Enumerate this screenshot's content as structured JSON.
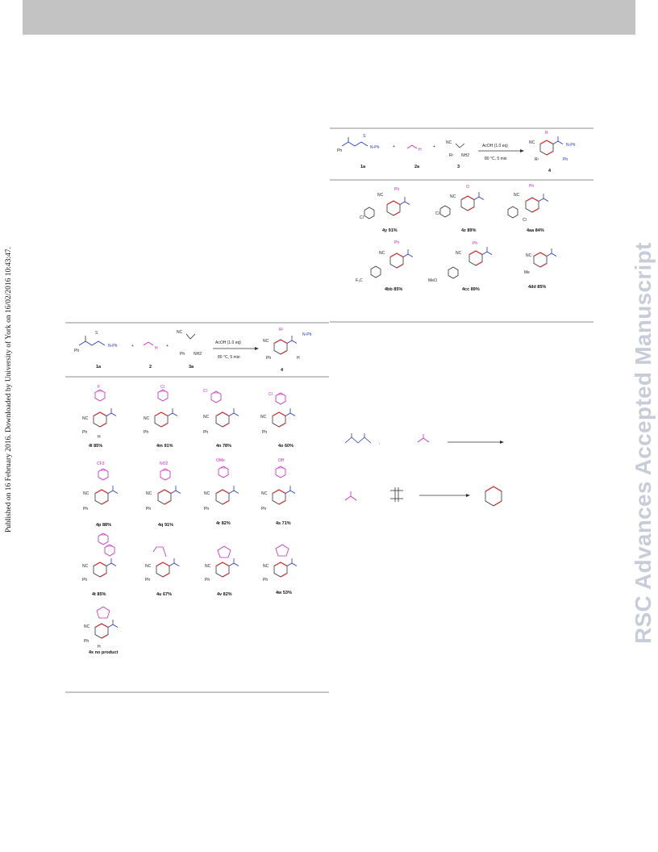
{
  "side_note": "Published on 16 February 2016. Downloaded by University of York on 16/02/2016 10:43:47.",
  "watermark": "RSC Advances Accepted Manuscript",
  "colors": {
    "header": "#c3c3c3",
    "red": "#e02020",
    "blue": "#2233cc",
    "magenta": "#cc22cc",
    "watermark": "#c7ccd9"
  },
  "scheme_top": {
    "condition_1": "AcOH (1.0 eq)",
    "condition_2": "80 °C, 5 min",
    "labels": [
      "1a",
      "2a",
      "3",
      "4"
    ],
    "products": [
      {
        "id": "4y",
        "label": "4y 91%"
      },
      {
        "id": "4z",
        "label": "4z 89%"
      },
      {
        "id": "4aa",
        "label": "4aa 84%"
      },
      {
        "id": "4bb",
        "label": "4bb 85%"
      },
      {
        "id": "4cc",
        "label": "4cc 89%"
      },
      {
        "id": "4dd",
        "label": "4dd 85%"
      }
    ]
  },
  "scheme_left": {
    "condition_1": "AcOH (1.0 eq)",
    "condition_2": "80 °C, 5 min",
    "labels": [
      "1a",
      "2",
      "3a",
      "4"
    ],
    "products": [
      {
        "id": "4l",
        "label": "4l 85%",
        "sub": "F"
      },
      {
        "id": "4m",
        "label": "4m 91%",
        "sub": "Cl"
      },
      {
        "id": "4n",
        "label": "4n 78%",
        "sub": "Cl"
      },
      {
        "id": "4o",
        "label": "4o 60%",
        "sub": "Cl"
      },
      {
        "id": "4p",
        "label": "4p 88%",
        "sub": "CF3"
      },
      {
        "id": "4q",
        "label": "4q 91%",
        "sub": "NO2"
      },
      {
        "id": "4r",
        "label": "4r 82%",
        "sub": "OMe"
      },
      {
        "id": "4s",
        "label": "4s 71%",
        "sub": "OH"
      },
      {
        "id": "4t",
        "label": "4t 85%",
        "sub": ""
      },
      {
        "id": "4u",
        "label": "4u 67%",
        "sub": ""
      },
      {
        "id": "4v",
        "label": "4v 82%",
        "sub": ""
      },
      {
        "id": "4w",
        "label": "4w 53%",
        "sub": ""
      },
      {
        "id": "4x",
        "label": "4x no product",
        "sub": ""
      }
    ]
  }
}
